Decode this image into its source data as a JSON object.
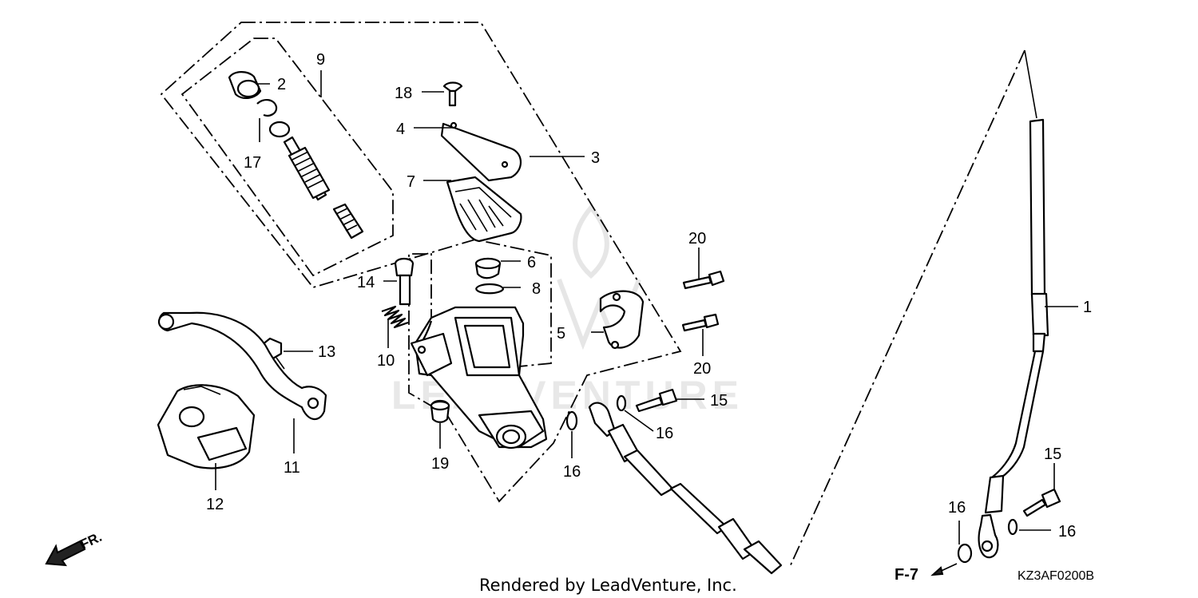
{
  "diagram": {
    "callouts": [
      {
        "id": "c1",
        "label": "1"
      },
      {
        "id": "c2",
        "label": "2"
      },
      {
        "id": "c3",
        "label": "3"
      },
      {
        "id": "c4",
        "label": "4"
      },
      {
        "id": "c5",
        "label": "5"
      },
      {
        "id": "c6",
        "label": "6"
      },
      {
        "id": "c7",
        "label": "7"
      },
      {
        "id": "c8",
        "label": "8"
      },
      {
        "id": "c9",
        "label": "9"
      },
      {
        "id": "c10",
        "label": "10"
      },
      {
        "id": "c11",
        "label": "11"
      },
      {
        "id": "c12",
        "label": "12"
      },
      {
        "id": "c13",
        "label": "13"
      },
      {
        "id": "c14",
        "label": "14"
      },
      {
        "id": "c15a",
        "label": "15"
      },
      {
        "id": "c15b",
        "label": "15"
      },
      {
        "id": "c16a",
        "label": "16"
      },
      {
        "id": "c16b",
        "label": "16"
      },
      {
        "id": "c16c",
        "label": "16"
      },
      {
        "id": "c16d",
        "label": "16"
      },
      {
        "id": "c17",
        "label": "17"
      },
      {
        "id": "c18",
        "label": "18"
      },
      {
        "id": "c19",
        "label": "19"
      },
      {
        "id": "c20a",
        "label": "20"
      },
      {
        "id": "c20b",
        "label": "20"
      }
    ],
    "front_direction_label": "FR.",
    "reference_label": "F-7",
    "diagram_code": "KZ3AF0200B",
    "credit": "Rendered by LeadVenture, Inc.",
    "watermark": "LEADVENTURE"
  }
}
